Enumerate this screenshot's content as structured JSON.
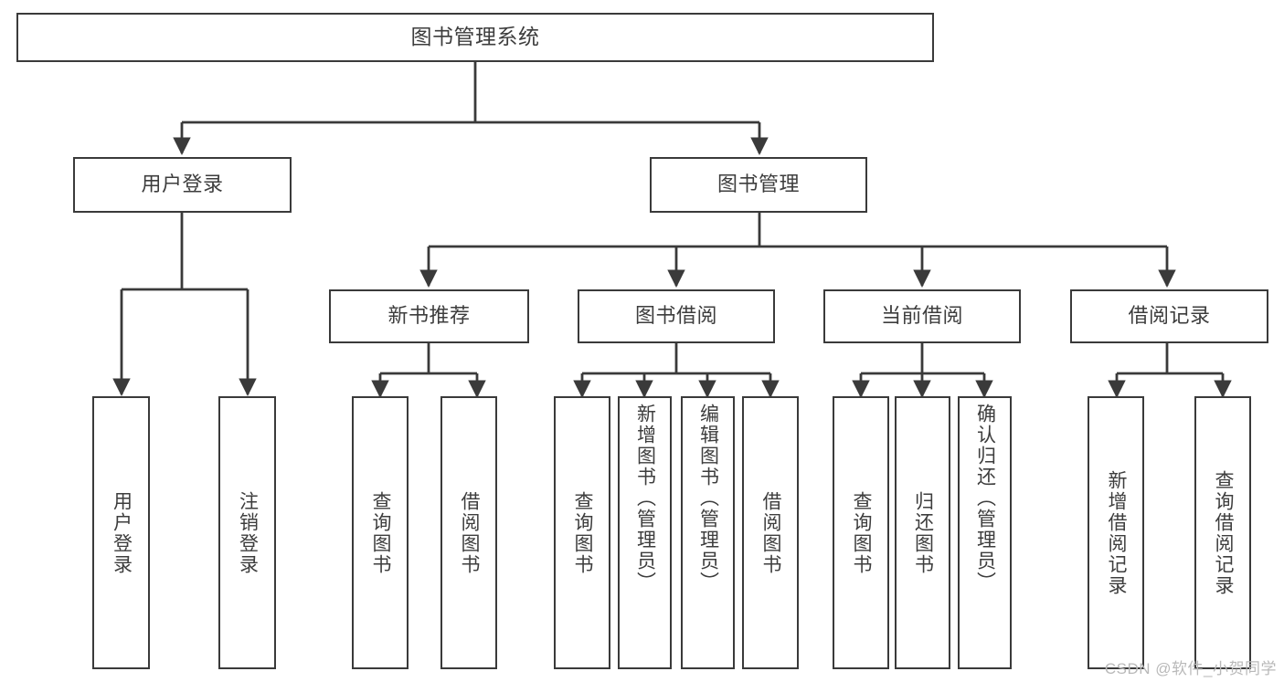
{
  "diagram": {
    "title": "图书管理系统",
    "type": "hierarchy-tree",
    "watermark": "CSDN @软件_小贺同学",
    "colors": {
      "stroke": "#3a3a3a",
      "text": "#3d3d3d",
      "background": "#ffffff",
      "watermark": "#b9b9b9"
    }
  },
  "nodes": {
    "root": {
      "label": "图书管理系统"
    },
    "level1": [
      {
        "id": "user-login",
        "label": "用户登录"
      },
      {
        "id": "book-manage",
        "label": "图书管理"
      }
    ],
    "level2": [
      {
        "id": "new-book-recommend",
        "label": "新书推荐"
      },
      {
        "id": "book-borrow",
        "label": "图书借阅"
      },
      {
        "id": "current-borrow",
        "label": "当前借阅"
      },
      {
        "id": "borrow-record",
        "label": "借阅记录"
      }
    ],
    "leaves": {
      "user-login": [
        {
          "id": "leaf-user-login",
          "label": "用户登录"
        },
        {
          "id": "leaf-logout",
          "label": "注销登录"
        }
      ],
      "new-book-recommend": [
        {
          "id": "leaf-query-book-1",
          "label": "查询图书"
        },
        {
          "id": "leaf-borrow-book-1",
          "label": "借阅图书"
        }
      ],
      "book-borrow": [
        {
          "id": "leaf-query-book-2",
          "label": "查询图书"
        },
        {
          "id": "leaf-add-book",
          "label": "新增图书（管理员）"
        },
        {
          "id": "leaf-edit-book",
          "label": "编辑图书（管理员）"
        },
        {
          "id": "leaf-borrow-book-2",
          "label": "借阅图书"
        }
      ],
      "current-borrow": [
        {
          "id": "leaf-query-book-3",
          "label": "查询图书"
        },
        {
          "id": "leaf-return-book",
          "label": "归还图书"
        },
        {
          "id": "leaf-confirm-return",
          "label": "确认归还（管理员）"
        }
      ],
      "borrow-record": [
        {
          "id": "leaf-add-record",
          "label": "新增借阅记录"
        },
        {
          "id": "leaf-query-record",
          "label": "查询借阅记录"
        }
      ]
    }
  }
}
